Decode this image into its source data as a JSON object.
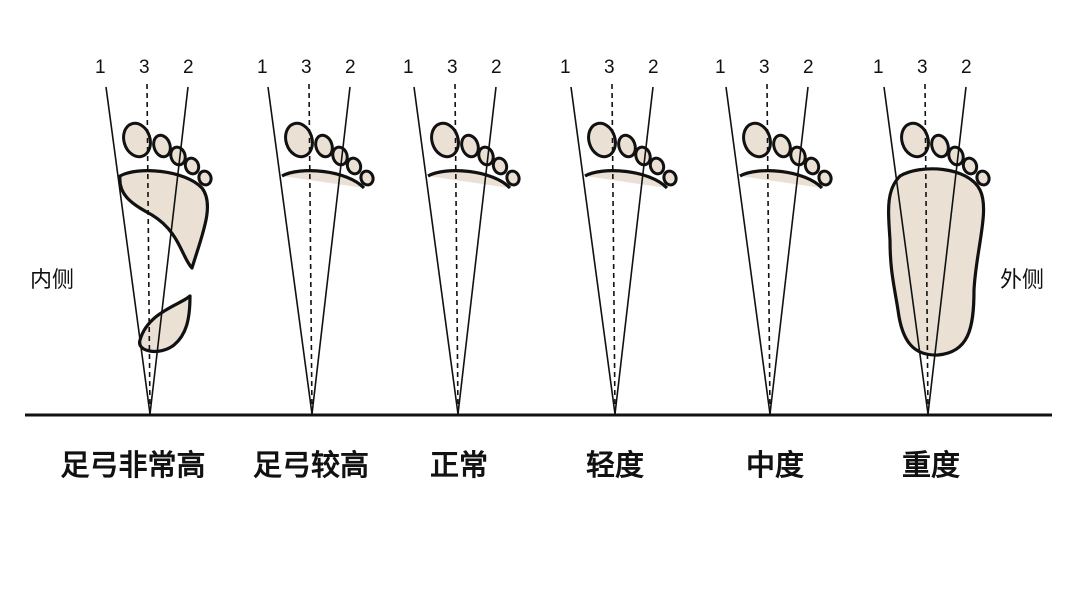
{
  "side_labels": {
    "left": "内侧",
    "right": "外侧"
  },
  "line_numbers": [
    "1",
    "3",
    "2"
  ],
  "panels": [
    {
      "caption": "足弓非常高",
      "arch_level": "very-high"
    },
    {
      "caption": "足弓较高",
      "arch_level": "high"
    },
    {
      "caption": "正常",
      "arch_level": "normal"
    },
    {
      "caption": "轻度",
      "arch_level": "mild"
    },
    {
      "caption": "中度",
      "arch_level": "moderate"
    },
    {
      "caption": "重度",
      "arch_level": "severe"
    }
  ]
}
